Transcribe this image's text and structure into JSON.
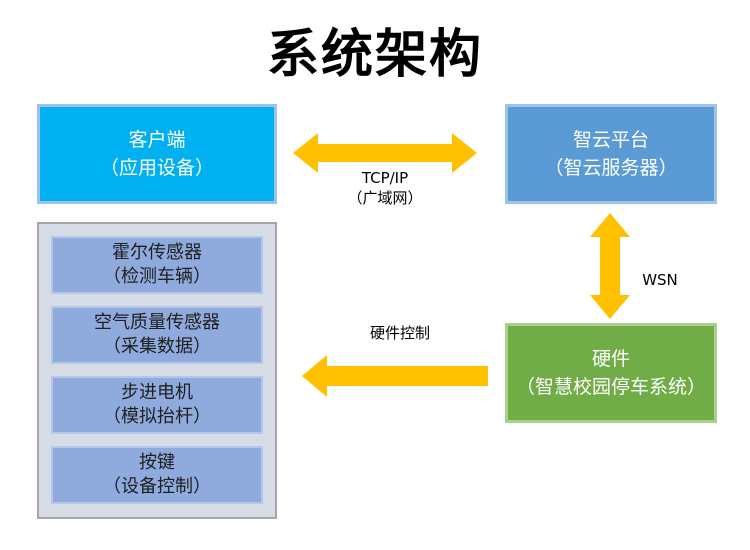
{
  "title": "系统架构",
  "client": {
    "line1": "客户端",
    "line2": "（应用设备）"
  },
  "cloud": {
    "line1": "智云平台",
    "line2": "（智云服务器）"
  },
  "hardware": {
    "line1": "硬件",
    "line2": "（智慧校园停车系统）"
  },
  "modules": [
    {
      "line1": "霍尔传感器",
      "line2": "（检测车辆）"
    },
    {
      "line1": "空气质量传感器",
      "line2": "（采集数据）"
    },
    {
      "line1": "步进电机",
      "line2": "（模拟抬杆）"
    },
    {
      "line1": "按键",
      "line2": "（设备控制）"
    }
  ],
  "labels": {
    "tcp_line1": "TCP/IP",
    "tcp_line2": "（广域网）",
    "wsn": "WSN",
    "hw_control": "硬件控制"
  },
  "colors": {
    "client": "#00b0f0",
    "cloud": "#5b9bd5",
    "hardware": "#70ad47",
    "module": "#8faadc",
    "panel": "#d6dce5",
    "arrow": "#ffc000"
  }
}
